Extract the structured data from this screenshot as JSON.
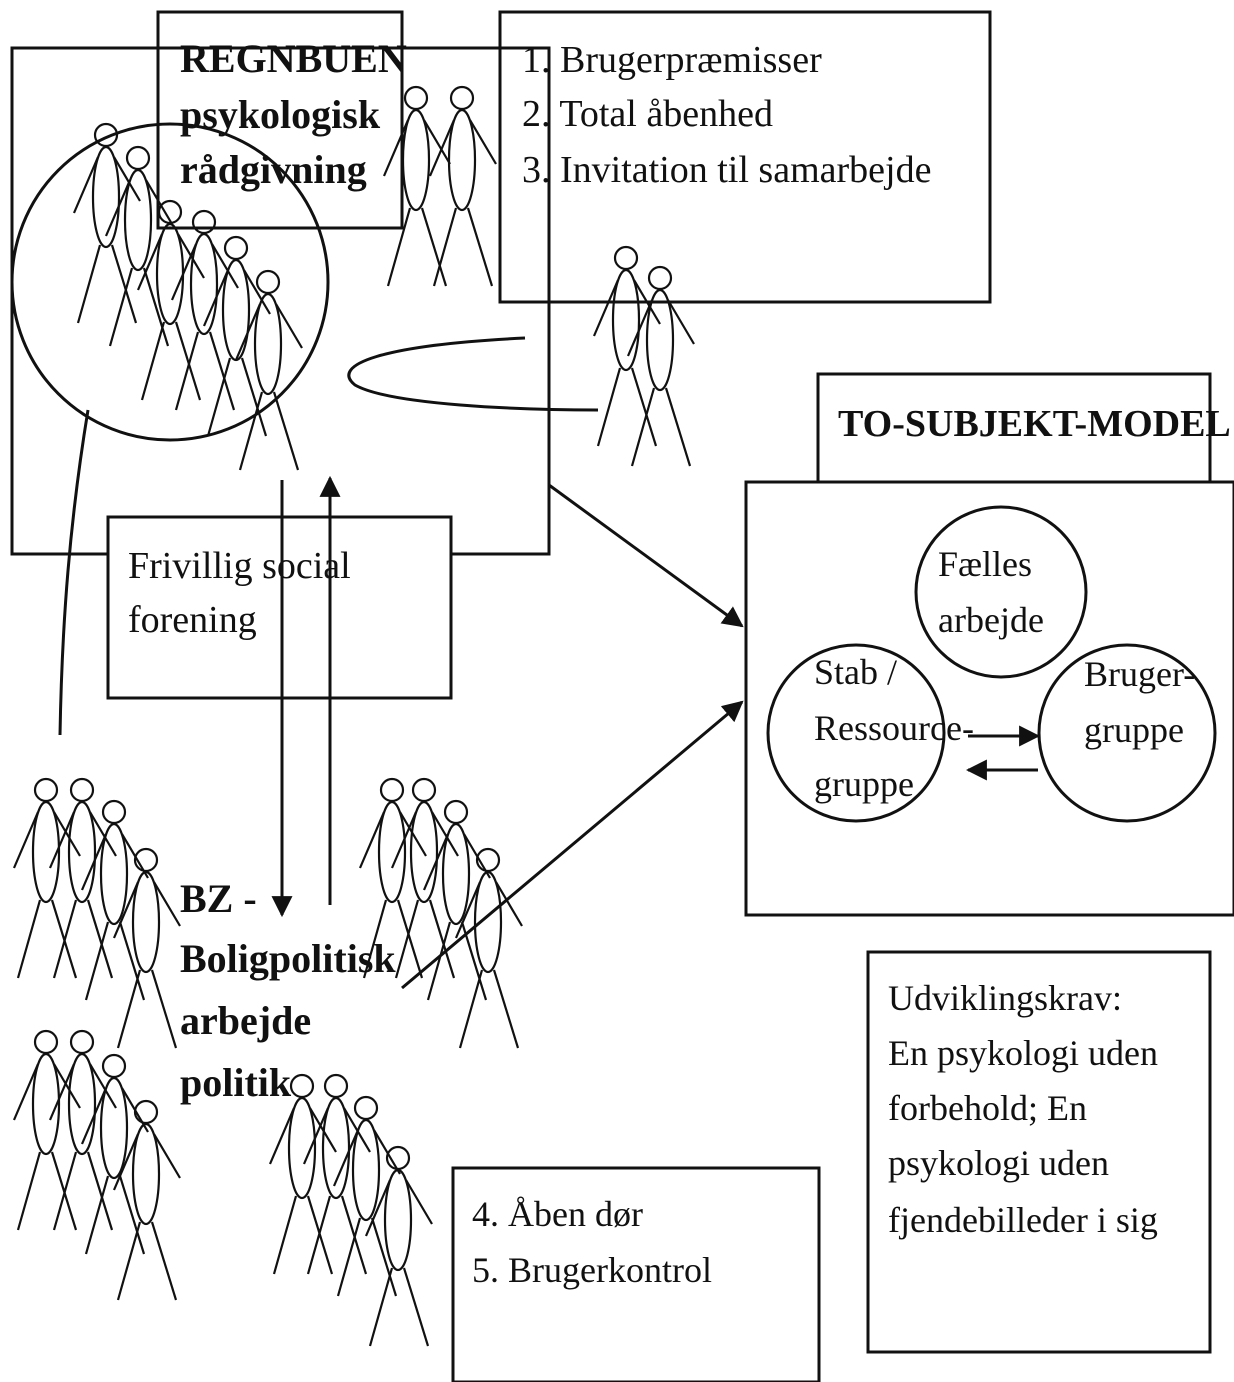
{
  "regnbuen": {
    "line1": "REGNBUEN",
    "line2": "psykologisk",
    "line3": "rådgivning"
  },
  "principles_top": {
    "item1": "1. Brugerpræmisser",
    "item2": "2. Total åbenhed",
    "item3": "3. Invitation til samarbejde"
  },
  "forening": {
    "line1": "Frivillig social",
    "line2": "forening"
  },
  "model": {
    "title": "TO-SUBJEKT-MODEL",
    "common_line1": "Fælles",
    "common_line2": "arbejde",
    "staff_line1": "Stab /",
    "staff_line2": "Ressource-",
    "staff_line3": "gruppe",
    "users_line1": "Bruger-",
    "users_line2": "gruppe"
  },
  "bz": {
    "line1": "BZ -",
    "line2": "Boligpolitisk",
    "line3": "arbejde",
    "line4": "politik"
  },
  "principles_bottom": {
    "item4": "4. Åben dør",
    "item5": "5. Brugerkontrol"
  },
  "requirements": {
    "line1": "Udviklingskrav:",
    "line2": "En psykologi uden",
    "line3": "forbehold; En",
    "line4": "psykologi uden",
    "line5": "fjendebilleder i sig"
  }
}
